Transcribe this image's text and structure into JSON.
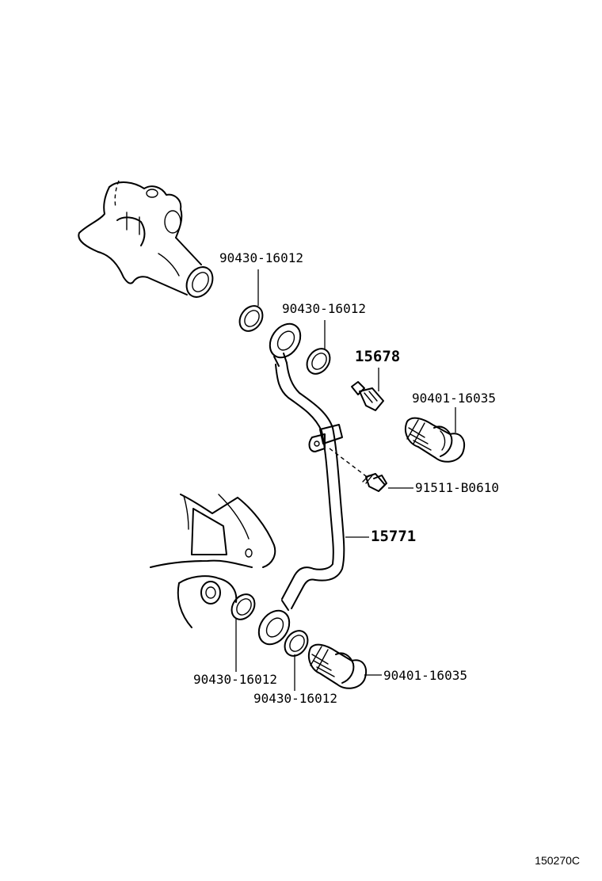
{
  "diagram_id": "150270C",
  "parts": {
    "top_gasket_left": "90430-16012",
    "top_gasket_right": "90430-16012",
    "switch": "15678",
    "top_union_bolt": "90401-16035",
    "clamp_bolt": "91511-B0610",
    "oil_pipe": "15771",
    "bottom_gasket_left": "90430-16012",
    "bottom_gasket_right": "90430-16012",
    "bottom_union_bolt": "90401-16035"
  }
}
